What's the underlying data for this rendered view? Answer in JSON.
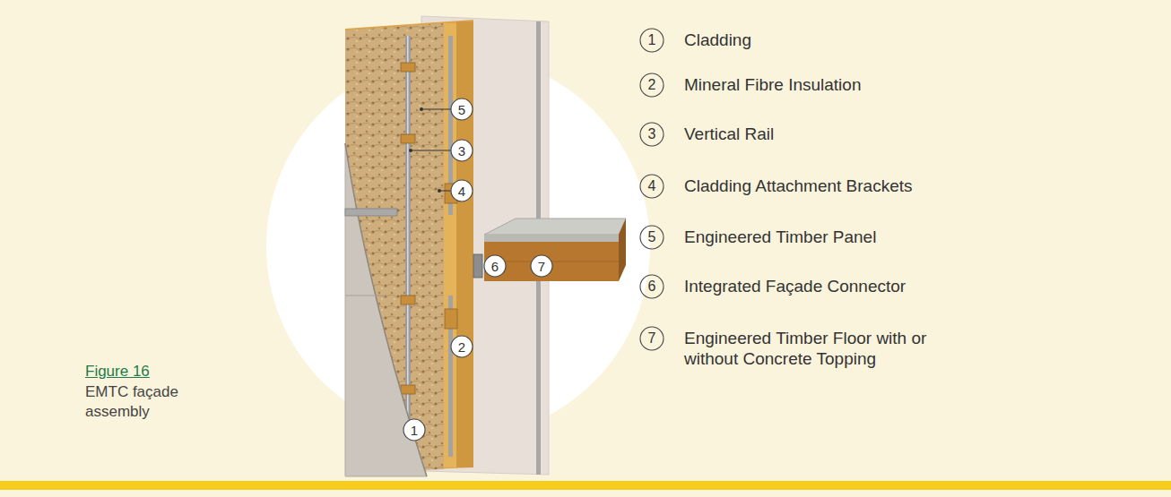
{
  "diagram": {
    "title": "Figure 16",
    "caption": "EMTC façade assembly",
    "nodes": [
      {
        "text": [
          "5"
        ]
      },
      {
        "text": [
          "3"
        ]
      },
      {
        "text": [
          "4"
        ]
      },
      {
        "text": [
          "6"
        ]
      },
      {
        "text": [
          "7"
        ]
      },
      {
        "text": [
          "2"
        ]
      },
      {
        "text": [
          "1"
        ]
      },
      {
        "text": [
          "1"
        ]
      },
      {
        "text": [
          "2"
        ]
      },
      {
        "text": [
          "3"
        ]
      },
      {
        "text": [
          "4"
        ]
      },
      {
        "text": [
          "5"
        ]
      },
      {
        "text": [
          "6"
        ]
      },
      {
        "text": [
          "7"
        ]
      }
    ],
    "labels": [
      "Cladding",
      "Mineral Fibre Insulation",
      "Vertical Rail",
      "Cladding Attachment Brackets",
      "Engineered Timber Panel",
      "Integrated Façade Connector",
      "Engineered Timber Floor with or without Concrete Topping"
    ]
  }
}
